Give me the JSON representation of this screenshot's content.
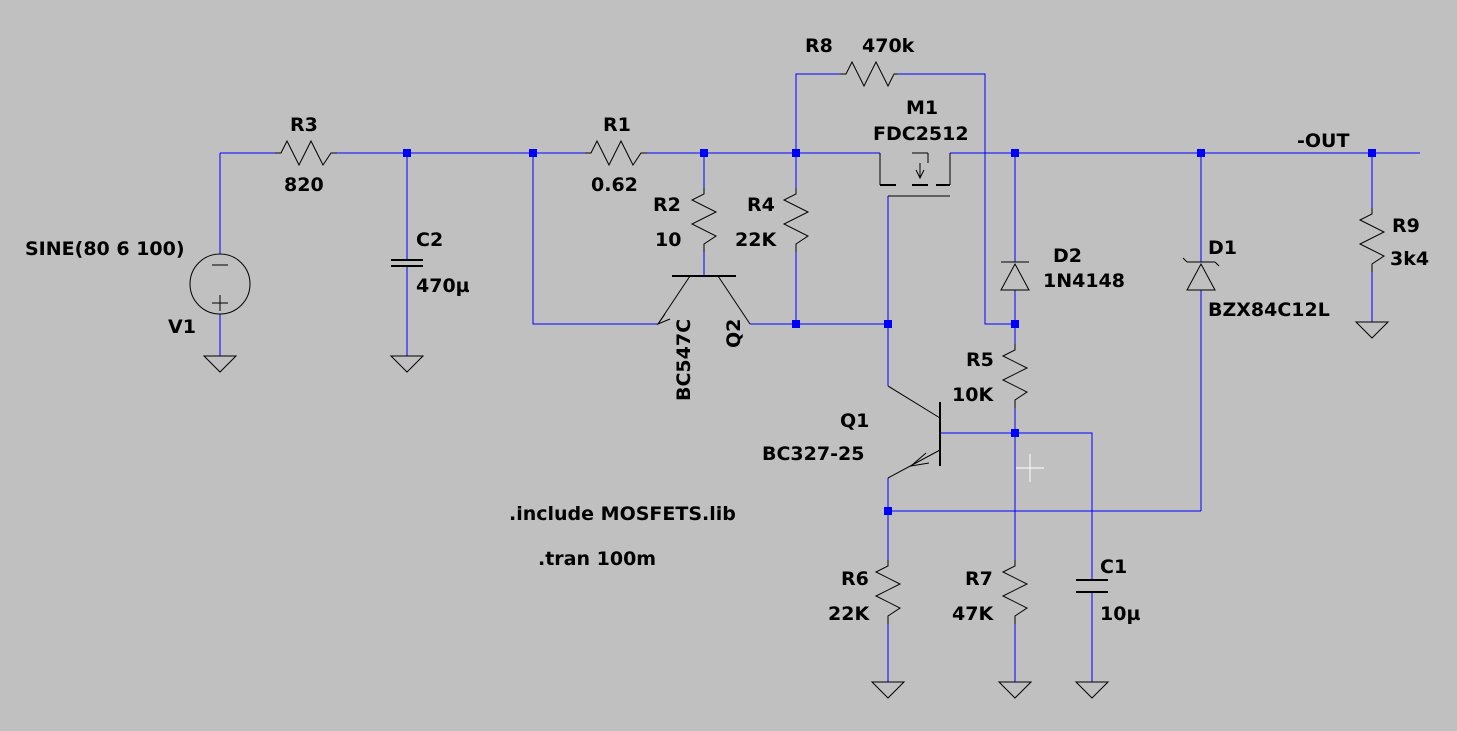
{
  "components": {
    "V1": {
      "ref": "V1",
      "value": "SINE(80 6 100)"
    },
    "R1": {
      "ref": "R1",
      "value": "0.62"
    },
    "R2": {
      "ref": "R2",
      "value": "10"
    },
    "R3": {
      "ref": "R3",
      "value": "820"
    },
    "R4": {
      "ref": "R4",
      "value": "22K"
    },
    "R5": {
      "ref": "R5",
      "value": "10K"
    },
    "R6": {
      "ref": "R6",
      "value": "22K"
    },
    "R7": {
      "ref": "R7",
      "value": "47K"
    },
    "R8": {
      "ref": "R8",
      "value": "470k"
    },
    "R9": {
      "ref": "R9",
      "value": "3k4"
    },
    "C1": {
      "ref": "C1",
      "value": "10µ"
    },
    "C2": {
      "ref": "C2",
      "value": "470µ"
    },
    "D1": {
      "ref": "D1",
      "value": "BZX84C12L"
    },
    "D2": {
      "ref": "D2",
      "value": "1N4148"
    },
    "Q1": {
      "ref": "Q1",
      "value": "BC327-25"
    },
    "Q2": {
      "ref": "Q2",
      "value": "BC547C"
    },
    "M1": {
      "ref": "M1",
      "value": "FDC2512"
    }
  },
  "net_labels": {
    "out": "-OUT"
  },
  "directives": {
    "include": ".include MOSFETS.lib",
    "tran": ".tran 100m"
  },
  "colors": {
    "background": "#c0c0c0",
    "wire": "#0000ff",
    "symbol": "#000000",
    "cursor": "#ffffff"
  }
}
